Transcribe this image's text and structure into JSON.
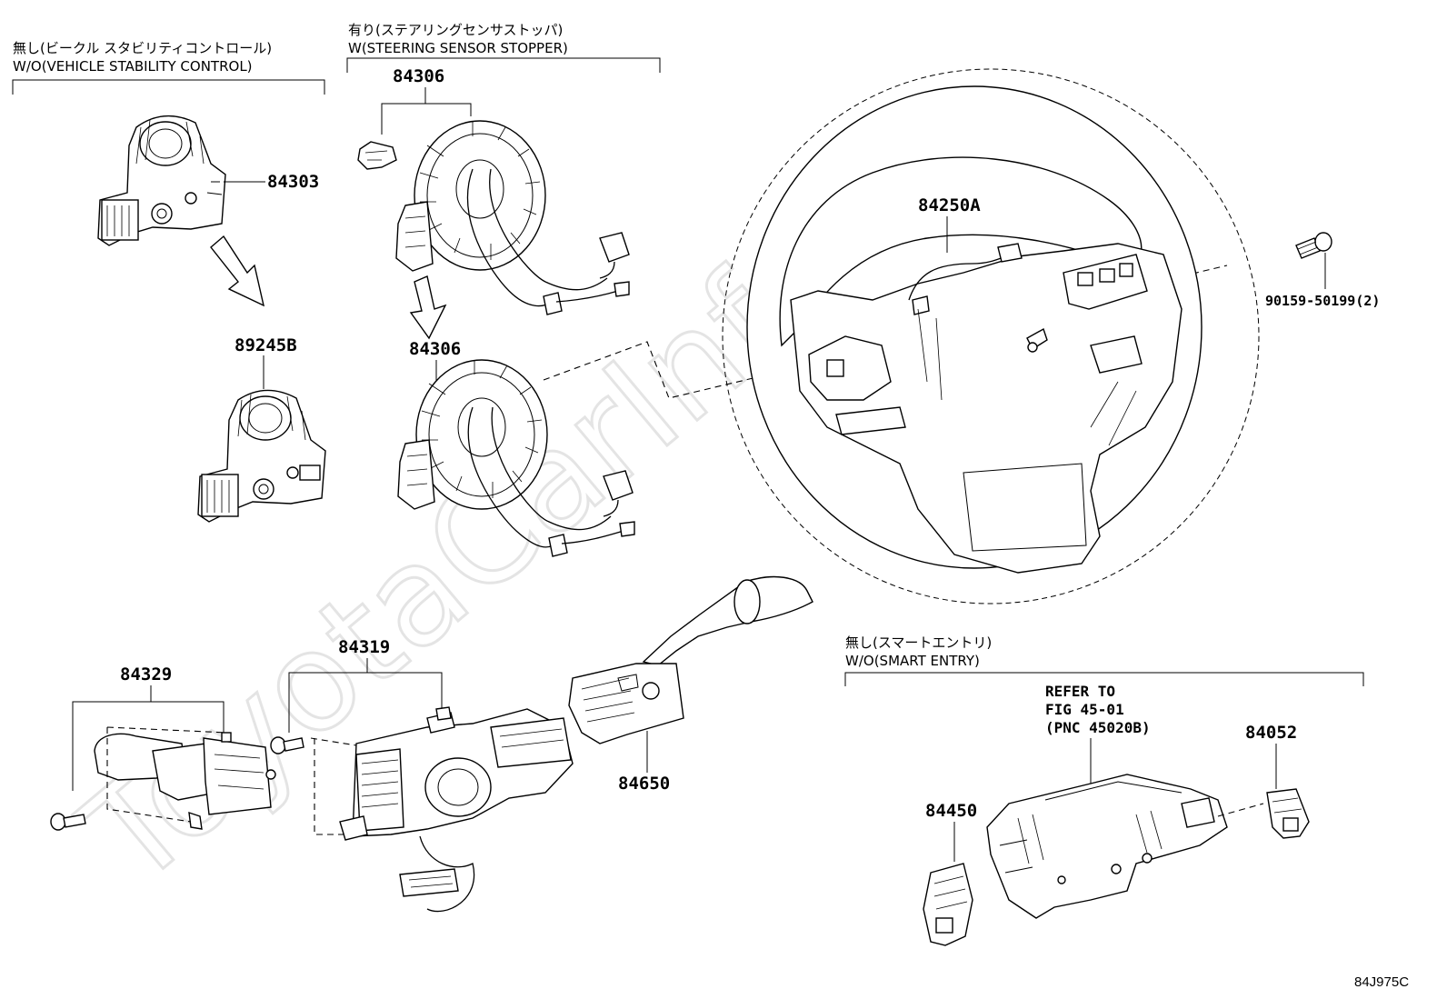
{
  "header_left": {
    "jp": "無し(ビークル スタビリティコントロール)",
    "en": "W/O(VEHICLE STABILITY CONTROL)"
  },
  "header_mid": {
    "jp": "有り(ステアリングセンサストッパ)",
    "en": "W(STEERING SENSOR STOPPER)"
  },
  "header_right": {
    "jp": "無し(スマートエントリ)",
    "en": "W/O(SMART ENTRY)"
  },
  "parts": {
    "p84303": "84303",
    "p89245B": "89245B",
    "p84306_top": "84306",
    "p84306_bottom": "84306",
    "p84250A": "84250A",
    "p90159": "90159-50199(2)",
    "p84329": "84329",
    "p84319": "84319",
    "p84650": "84650",
    "p84052": "84052",
    "p84450": "84450"
  },
  "refer": {
    "line1": "REFER TO",
    "line2": "FIG 45-01",
    "line3": "(PNC 45020B)"
  },
  "diagram_code": "84J975C",
  "watermark": "ToyotaCarInfo.ru"
}
